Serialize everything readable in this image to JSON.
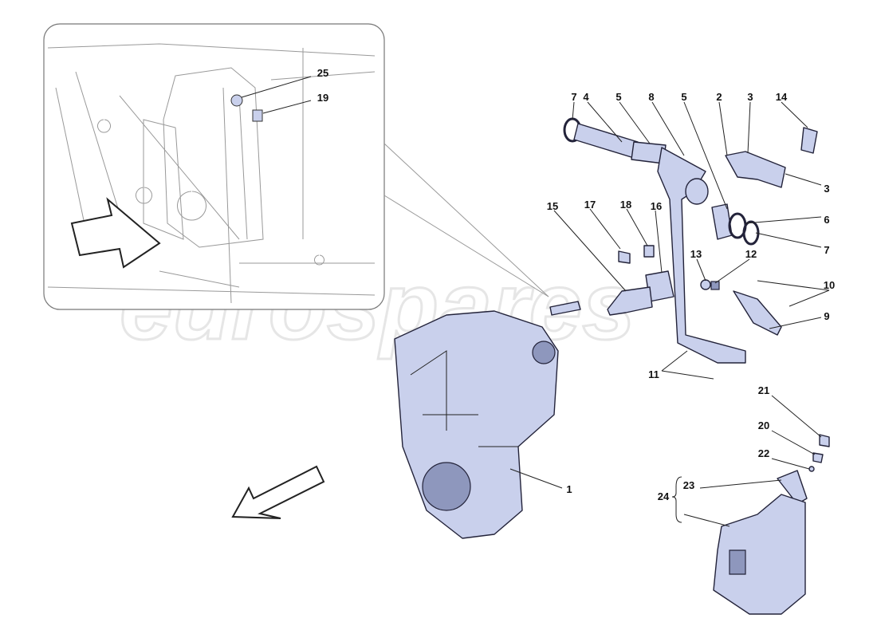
{
  "watermark": "eurospares",
  "labels": {
    "inset": [
      "25",
      "19"
    ],
    "brake": [
      "7",
      "4",
      "5",
      "8",
      "5",
      "2",
      "3",
      "14",
      "3",
      "6",
      "7",
      "15",
      "17",
      "18",
      "16",
      "13",
      "12",
      "10",
      "9",
      "11"
    ],
    "bracket": [
      "1"
    ],
    "accelerator": [
      "21",
      "20",
      "22",
      "23",
      "24"
    ]
  },
  "colors": {
    "part_fill": "#c9d0ec",
    "outline": "#23233a"
  }
}
